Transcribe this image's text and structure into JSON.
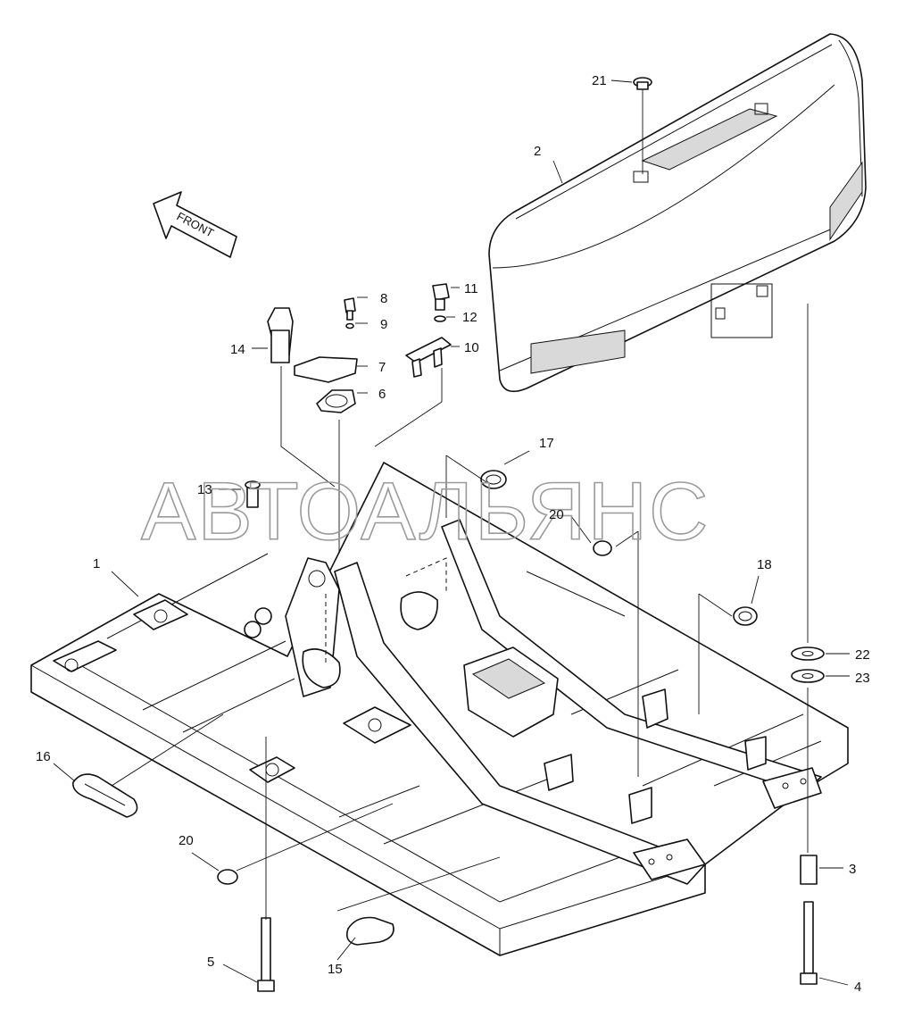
{
  "diagram": {
    "watermark": "АВТОАЛЬЯНС",
    "direction_label": "FRONT",
    "callouts": [
      {
        "id": "c1",
        "label": "1"
      },
      {
        "id": "c2",
        "label": "2"
      },
      {
        "id": "c3",
        "label": "3"
      },
      {
        "id": "c4",
        "label": "4"
      },
      {
        "id": "c5",
        "label": "5"
      },
      {
        "id": "c6",
        "label": "6"
      },
      {
        "id": "c7",
        "label": "7"
      },
      {
        "id": "c8",
        "label": "8"
      },
      {
        "id": "c9",
        "label": "9"
      },
      {
        "id": "c10",
        "label": "10"
      },
      {
        "id": "c11",
        "label": "11"
      },
      {
        "id": "c12",
        "label": "12"
      },
      {
        "id": "c13",
        "label": "13"
      },
      {
        "id": "c14",
        "label": "14"
      },
      {
        "id": "c15",
        "label": "15"
      },
      {
        "id": "c16",
        "label": "16"
      },
      {
        "id": "c17",
        "label": "17"
      },
      {
        "id": "c18",
        "label": "18"
      },
      {
        "id": "c20a",
        "label": "20"
      },
      {
        "id": "c20b",
        "label": "20"
      },
      {
        "id": "c21",
        "label": "21"
      },
      {
        "id": "c22",
        "label": "22"
      },
      {
        "id": "c23",
        "label": "23"
      }
    ]
  }
}
